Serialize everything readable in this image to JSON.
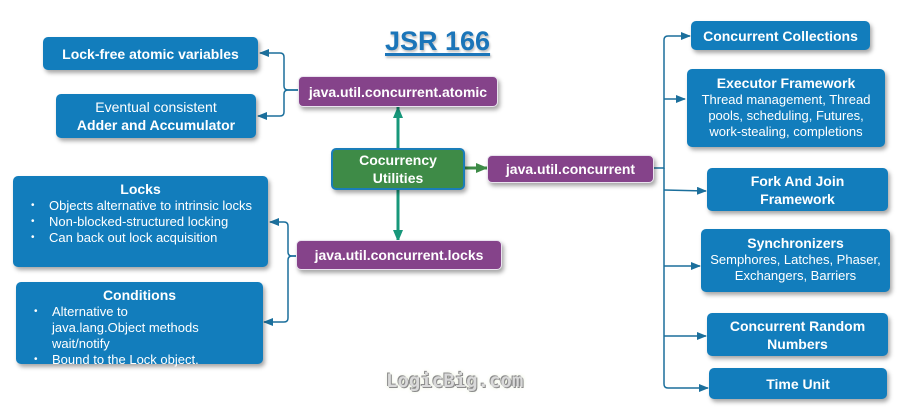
{
  "title": "JSR 166",
  "center": {
    "line1": "Cocurrency",
    "line2": "Utilities"
  },
  "packages": {
    "atomic": "java.util.concurrent.atomic",
    "concurrent": "java.util.concurrent",
    "locks": "java.util.concurrent.locks"
  },
  "atomic_children": [
    {
      "title": "Lock-free atomic variables"
    },
    {
      "line1": "Eventual consistent",
      "line2": "Adder and Accumulator"
    }
  ],
  "locks_children": [
    {
      "title": "Locks",
      "bullets": [
        "Objects alternative to intrinsic locks",
        "Non-blocked-structured  locking",
        "Can back out  lock acquisition"
      ]
    },
    {
      "title": "Conditions",
      "bullets": [
        "Alternative to java.lang.Object methods wait/notify",
        "Bound to the Lock object."
      ]
    }
  ],
  "concurrent_children": [
    {
      "title": "Concurrent Collections"
    },
    {
      "title": "Executor Framework",
      "desc": "Thread management, Thread pools, scheduling, Futures, work-stealing, completions"
    },
    {
      "title": "Fork And Join Framework"
    },
    {
      "title": "Synchronizers",
      "desc": "Semphores, Latches, Phaser, Exchangers, Barriers"
    },
    {
      "title": "Concurrent Random Numbers"
    },
    {
      "title": "Time Unit"
    }
  ],
  "logo": "LogicBig.com",
  "colors": {
    "blue": "#127dbc",
    "purple": "#85438a",
    "green": "#3e8b47",
    "teal_arrow": "#17977a",
    "connector": "#1b6f9c"
  }
}
